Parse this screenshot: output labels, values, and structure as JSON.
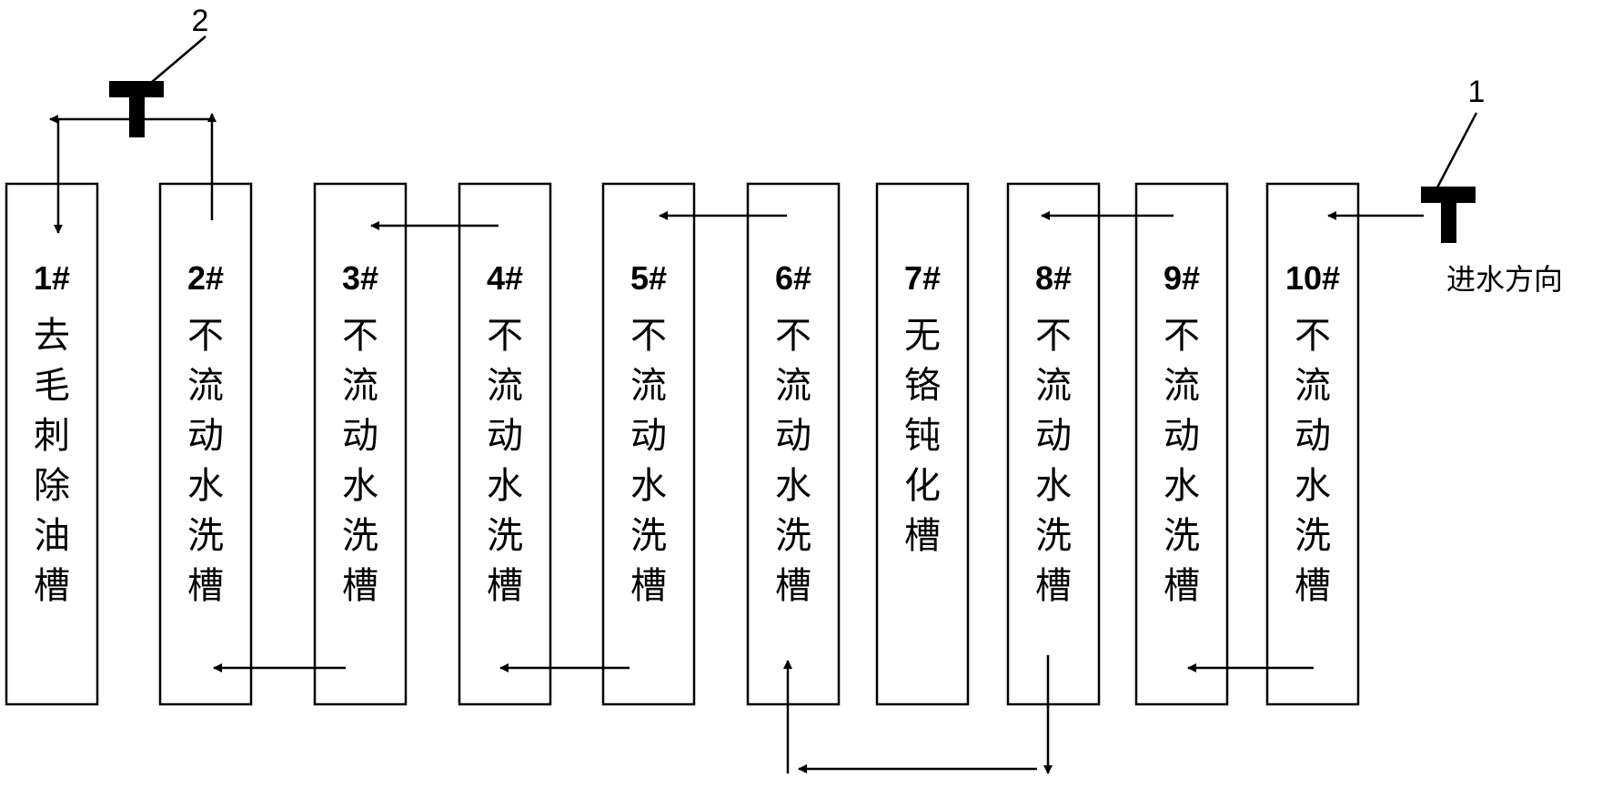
{
  "tanks": [
    {
      "number": "1#",
      "name": "去毛刺除油槽"
    },
    {
      "number": "2#",
      "name": "不流动水洗槽"
    },
    {
      "number": "3#",
      "name": "不流动水洗槽"
    },
    {
      "number": "4#",
      "name": "不流动水洗槽"
    },
    {
      "number": "5#",
      "name": "不流动水洗槽"
    },
    {
      "number": "6#",
      "name": "不流动水洗槽"
    },
    {
      "number": "7#",
      "name": "无铬钝化槽"
    },
    {
      "number": "8#",
      "name": "不流动水洗槽"
    },
    {
      "number": "9#",
      "name": "不流动水洗槽"
    },
    {
      "number": "10#",
      "name": "不流动水洗槽"
    }
  ],
  "labels": {
    "valve_1": "1",
    "valve_2": "2",
    "inlet_direction": "进水方向"
  },
  "colors": {
    "stroke": "#000000",
    "background": "#ffffff"
  },
  "icons": [
    "t-valve-icon",
    "arrow-head-icon"
  ]
}
